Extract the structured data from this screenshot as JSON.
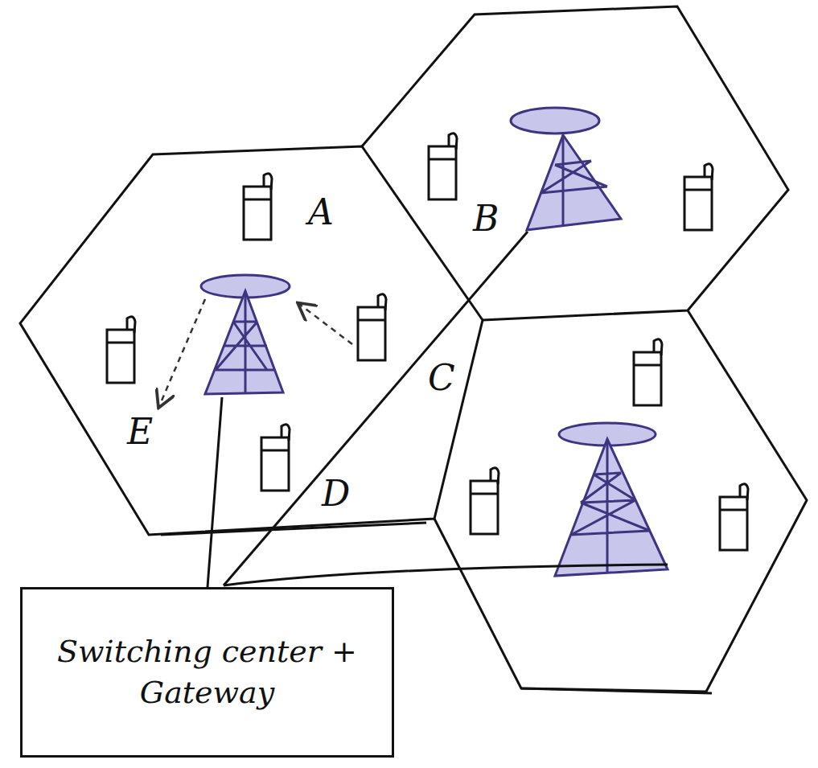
{
  "diagram": {
    "nodes": [
      {
        "text": [
          "Switching center + Gateway"
        ]
      }
    ],
    "labels": [
      "A",
      "B",
      "C",
      "D",
      "E"
    ]
  }
}
